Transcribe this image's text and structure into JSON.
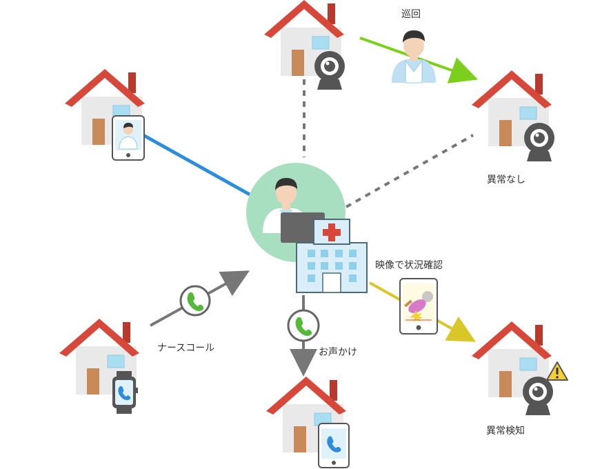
{
  "labels": {
    "patrol": "巡回",
    "no_anomaly": "異常なし",
    "video_check": "映像で状況確認",
    "nurse_call": "ナースコール",
    "voice_call": "お声かけ",
    "anomaly_detected": "異常検知"
  },
  "colors": {
    "roof": "#d6493a",
    "wall": "#e9e9e9",
    "door": "#c98a5a",
    "window": "#a9def2",
    "blue_line": "#2e8ddb",
    "green_line": "#7ccf1d",
    "yellow_line": "#d9c628",
    "gray_line": "#777777",
    "center_circle": "#a8dfc0",
    "warning": "#f3d03a"
  },
  "icons": {
    "house": "house-icon",
    "camera": "webcam-icon",
    "tablet": "tablet-icon",
    "watch": "smartwatch-icon",
    "phone": "phone-icon",
    "hospital": "hospital-icon",
    "caregiver": "caregiver-icon",
    "doctor": "doctor-icon",
    "fallen_person": "fallen-person-icon",
    "warning": "warning-icon"
  }
}
